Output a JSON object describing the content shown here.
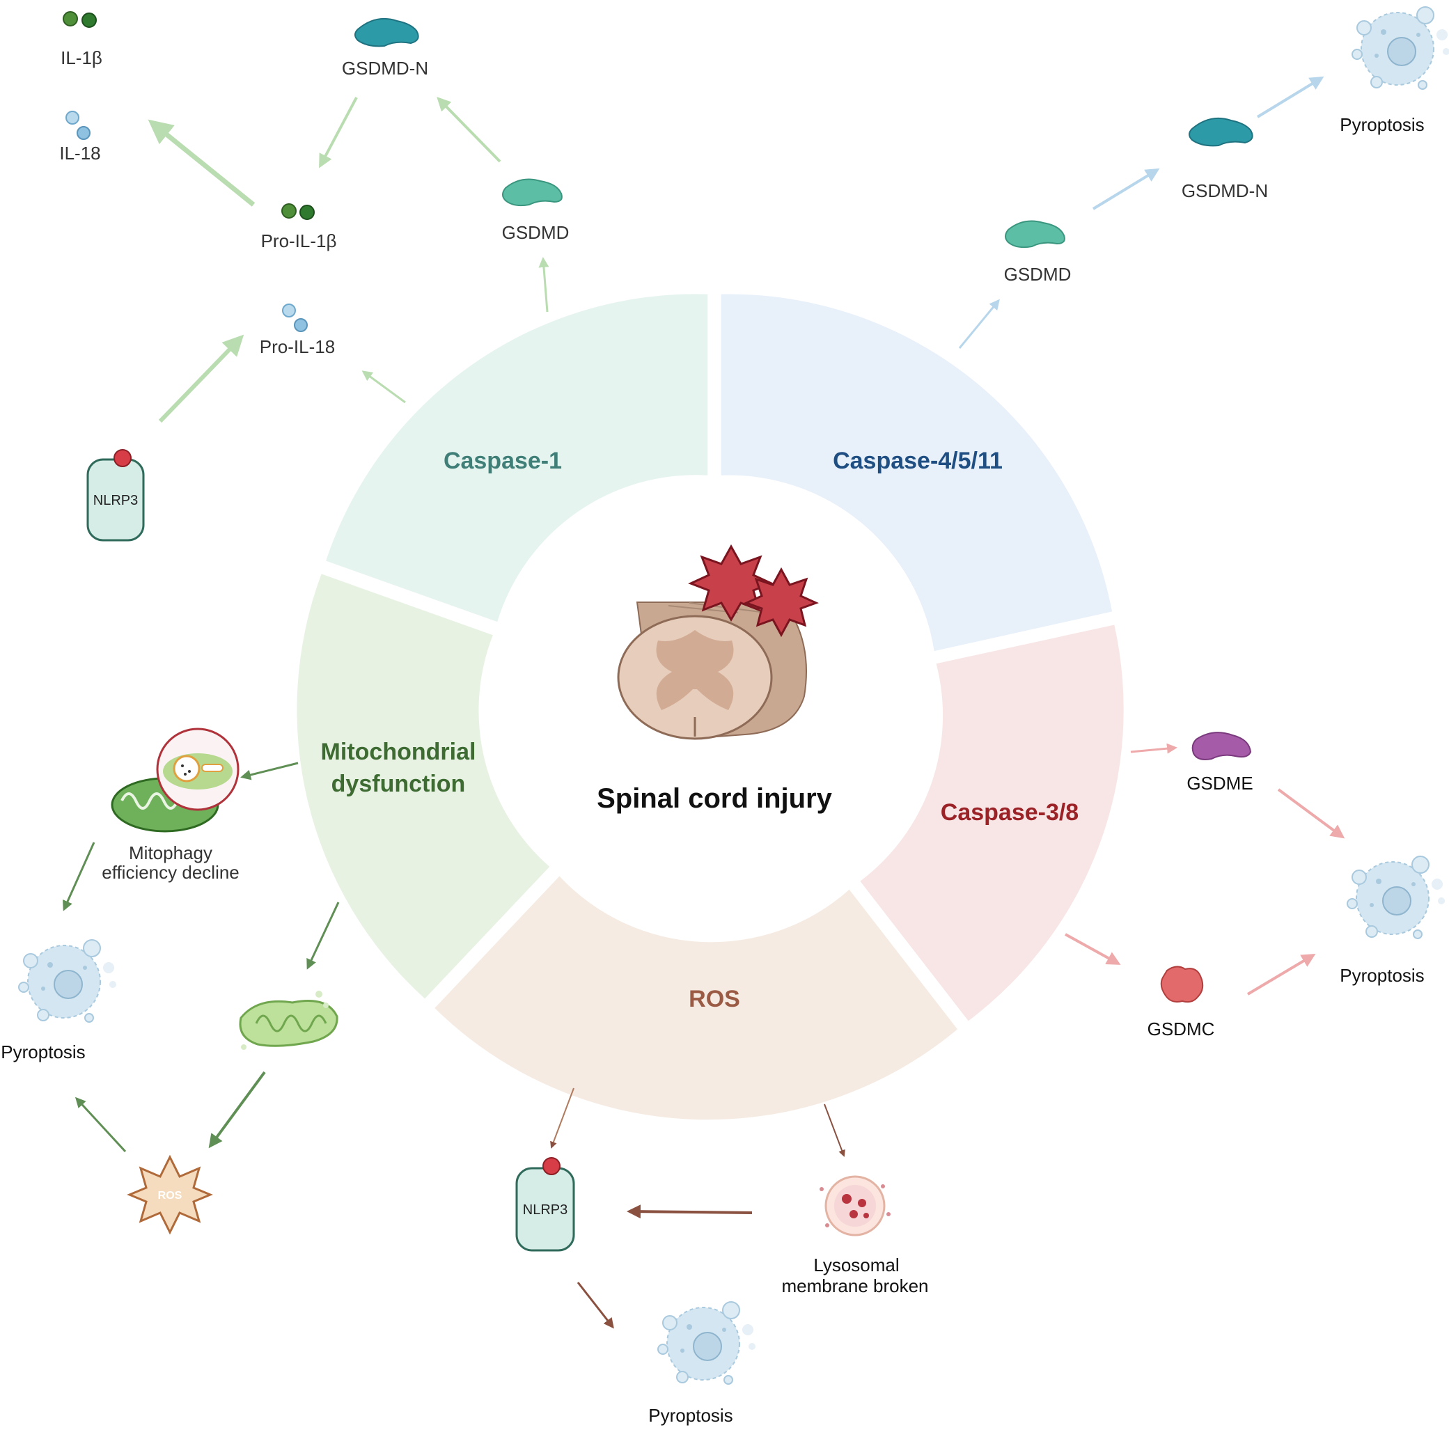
{
  "center": {
    "title": "Spinal cord injury"
  },
  "segments": {
    "caspase1": {
      "label": "Caspase-1",
      "color": "#e6f4ef",
      "text_color": "#3f7f78"
    },
    "caspase4511": {
      "label": "Caspase-4/5/11",
      "color": "#e8f0fa",
      "text_color": "#1f4f82"
    },
    "caspase38": {
      "label": "Caspase-3/8",
      "color": "#f8e6e6",
      "text_color": "#9b2226"
    },
    "ros": {
      "label": "ROS",
      "color": "#f5ebe2",
      "text_color": "#9a5a44"
    },
    "mito": {
      "label_line1": "Mitochondrial",
      "label_line2": "dysfunction",
      "color": "#e7f2e3",
      "text_color": "#3d6b32"
    }
  },
  "caspase1_path": {
    "il1b": "IL-1β",
    "il18": "IL-18",
    "gsdmd_n": "GSDMD-N",
    "gsdmd": "GSDMD",
    "pro_il1b": "Pro-IL-1β",
    "pro_il18": "Pro-IL-18",
    "nlrp3": "NLRP3"
  },
  "caspase4511_path": {
    "gsdmd": "GSDMD",
    "gsdmd_n": "GSDMD-N",
    "pyroptosis": "Pyroptosis"
  },
  "caspase38_path": {
    "gsdme": "GSDME",
    "gsdmc": "GSDMC",
    "pyroptosis": "Pyroptosis"
  },
  "mito_path": {
    "mitophagy_line1": "Mitophagy",
    "mitophagy_line2": "efficiency decline",
    "pyroptosis": "Pyroptosis",
    "ros_burst": "ROS"
  },
  "ros_path": {
    "nlrp3": "NLRP3",
    "lysosome_line1": "Lysosomal",
    "lysosome_line2": "membrane broken",
    "pyroptosis": "Pyroptosis"
  },
  "colors": {
    "green_arrow": "#b9ddb0",
    "blue_arrow": "#b7d6ec",
    "pink_arrow": "#eea9aa",
    "dark_green_arrow": "#5f8f55",
    "brown_arrow": "#8a5140",
    "gsdmd_n": "#2d9aa8",
    "gsdmd": "#5cbfa5",
    "gsdme": "#a55ba8",
    "gsdmc": "#e36a6a",
    "nlrp3_fill": "#d6ece6",
    "nlrp3_stroke": "#2f6a5a",
    "cell": "#c9dfec"
  }
}
